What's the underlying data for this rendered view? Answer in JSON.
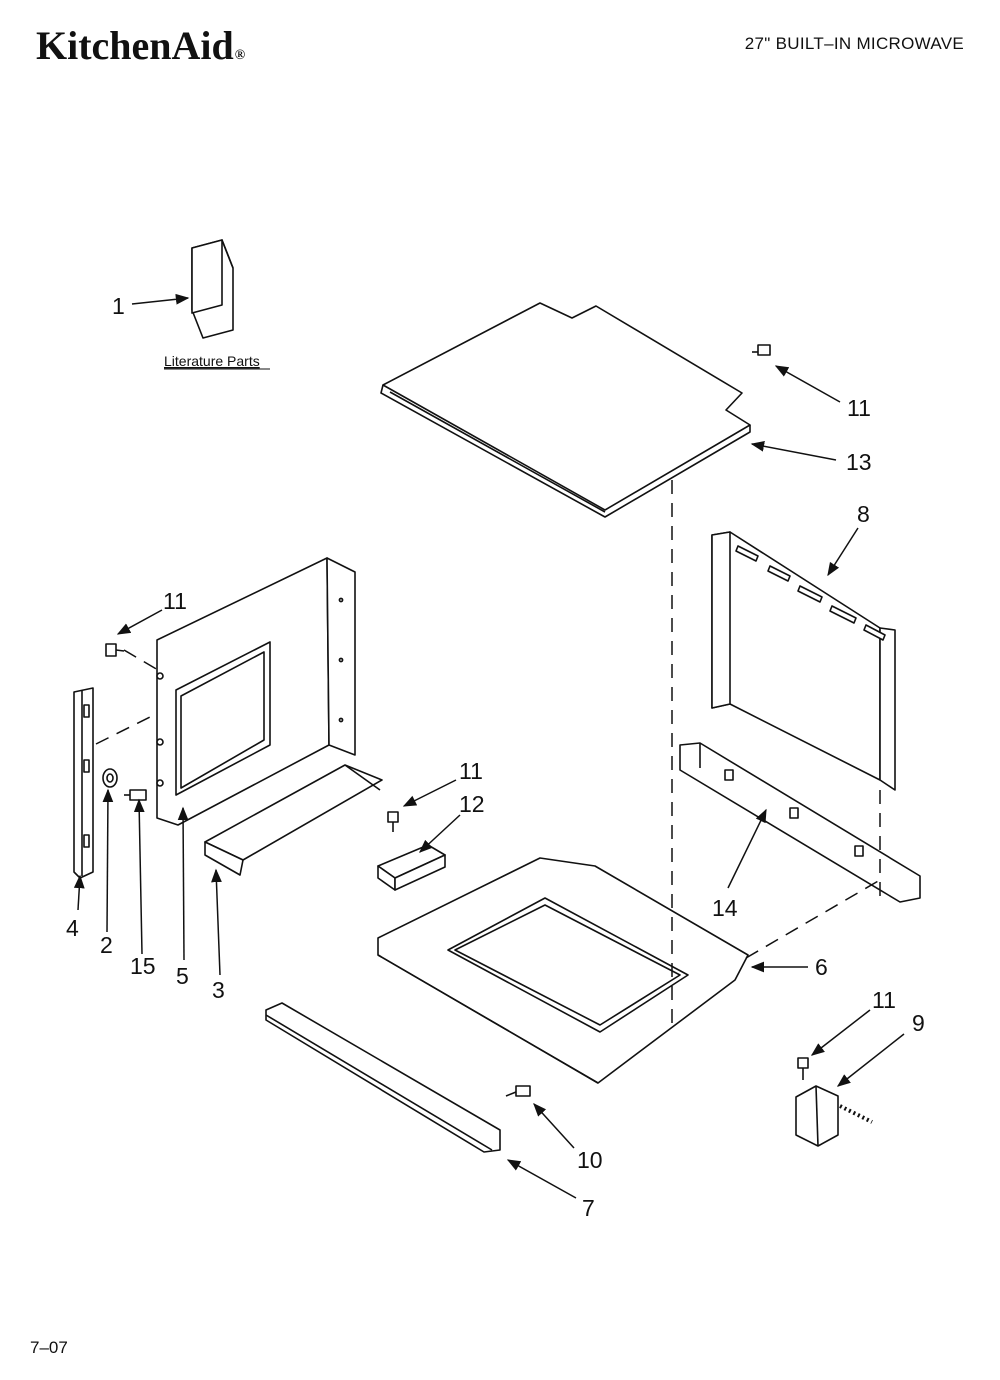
{
  "header": {
    "brand": "KitchenAid",
    "brand_mark": "®",
    "model_title": "27\" BUILT–IN MICROWAVE"
  },
  "literature": {
    "label": "Literature Parts"
  },
  "callouts": {
    "c1": "1",
    "c2": "2",
    "c3": "3",
    "c4": "4",
    "c5": "5",
    "c6": "6",
    "c7": "7",
    "c8": "8",
    "c9": "9",
    "c10": "10",
    "c11_top": "11",
    "c11_left": "11",
    "c11_mid": "11",
    "c11_br": "11",
    "c12": "12",
    "c13": "13",
    "c14": "14",
    "c15": "15"
  },
  "footer": {
    "code": "7–07"
  }
}
